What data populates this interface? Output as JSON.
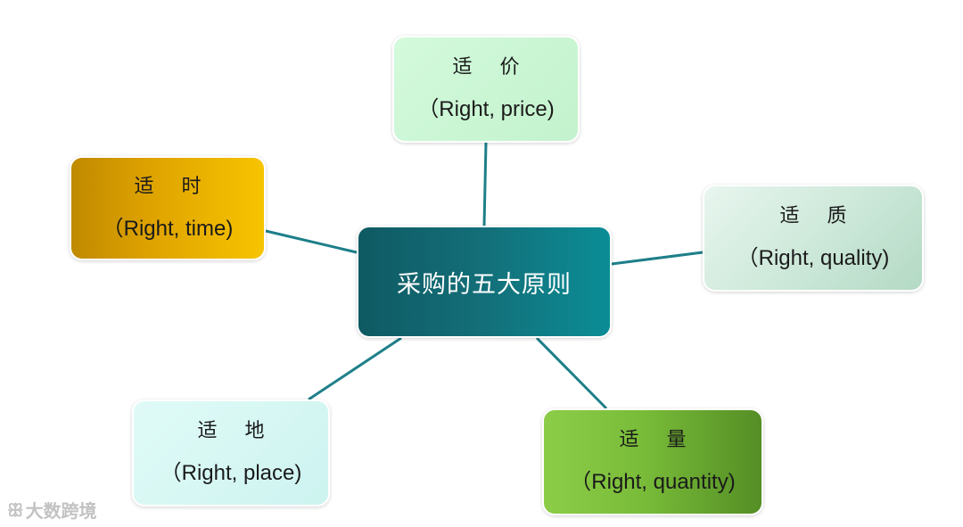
{
  "center": {
    "title": "采购的五大原则"
  },
  "nodes": {
    "price": {
      "zh": "适 价",
      "en": "（Right, price)"
    },
    "time": {
      "zh": "适 时",
      "en": "（Right, time)"
    },
    "quality": {
      "zh": "适 质",
      "en": "（Right, quality)"
    },
    "place": {
      "zh": "适 地",
      "en": "（Right, place)"
    },
    "quantity": {
      "zh": "适 量",
      "en": "（Right, quantity)"
    }
  },
  "colors": {
    "connector": "#1d7f89",
    "center": "#136f79",
    "price": "#c8f5d1",
    "time": "#e8b000",
    "quality": "#c9e6d6",
    "place": "#d3f6f3",
    "quantity": "#7cbf3c"
  },
  "watermark": {
    "text": "大数跨境",
    "icon": "logo-icon"
  }
}
